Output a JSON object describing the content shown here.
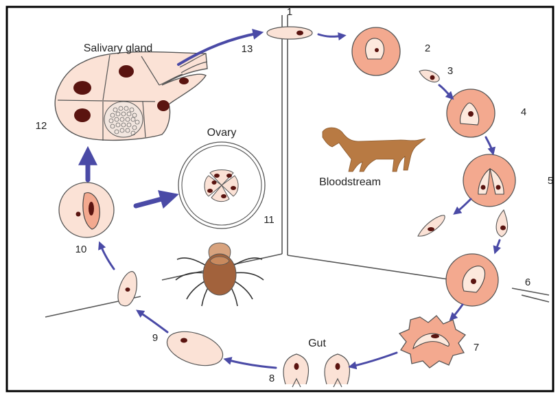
{
  "labels": {
    "salivary_gland": "Salivary gland",
    "ovary": "Ovary",
    "bloodstream": "Bloodstream",
    "gut": "Gut"
  },
  "stages": [
    "1",
    "2",
    "3",
    "4",
    "5",
    "6",
    "7",
    "8",
    "9",
    "10",
    "11",
    "12",
    "13"
  ],
  "colors": {
    "arrow": "#4a4aa6",
    "cell_fill": "#f3a98f",
    "pale_cell": "#fbe2d6",
    "nucleus": "#5a1410",
    "dog": "#b87a43",
    "tick_body": "#a2623c",
    "tick_head": "#d8a37e",
    "frame": "#000000"
  }
}
